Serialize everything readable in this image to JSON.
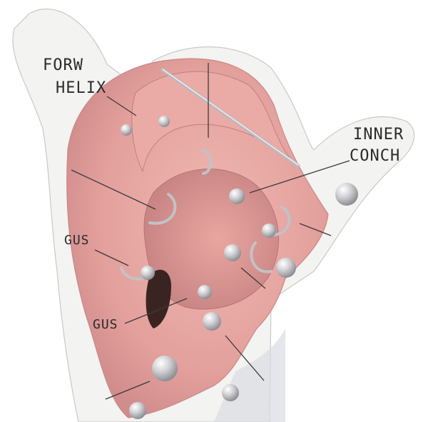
{
  "labels": {
    "forward_helix_line1": "FORW",
    "forward_helix_line2": "HELIX",
    "inner_conch_line1": "INNER",
    "inner_conch_line2": "CONCH",
    "tragus": "GUS",
    "antitragus": "GUS"
  },
  "colors": {
    "ear_pink": "#e8a9a4",
    "ear_shadow": "#c77f7d",
    "hand_white": "#f3f3f1",
    "jewelry_silver": "#c9c9cc",
    "label_ink": "#2b2b2b"
  },
  "icons": {
    "stud": "silver-ball-stud-icon",
    "ring": "silver-hoop-ring-icon",
    "barbell": "industrial-barbell-icon"
  }
}
